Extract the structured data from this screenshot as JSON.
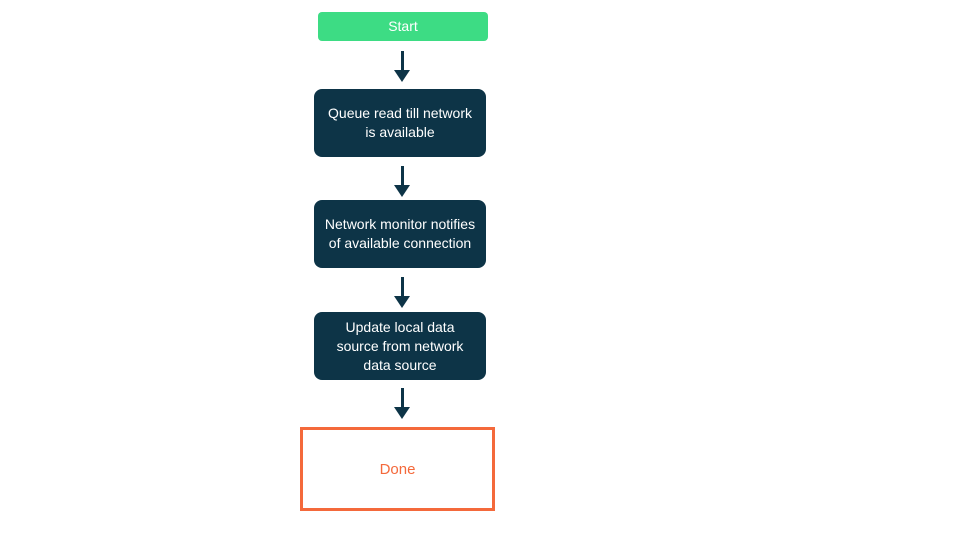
{
  "diagram": {
    "type": "flowchart",
    "direction": "top-down",
    "nodes": [
      {
        "id": "start",
        "type": "start",
        "label": "Start"
      },
      {
        "id": "queue",
        "type": "process",
        "label": "Queue read till network is available"
      },
      {
        "id": "monitor",
        "type": "process",
        "label": "Network monitor notifies of available connection"
      },
      {
        "id": "update",
        "type": "process",
        "label": "Update local data source from network data source"
      },
      {
        "id": "done",
        "type": "end",
        "label": "Done"
      }
    ],
    "edges": [
      {
        "from": "start",
        "to": "queue"
      },
      {
        "from": "queue",
        "to": "monitor"
      },
      {
        "from": "monitor",
        "to": "update"
      },
      {
        "from": "update",
        "to": "done"
      }
    ],
    "colors": {
      "start_fill": "#3DDC84",
      "process_fill": "#0D3447",
      "arrow": "#0D3447",
      "done_border": "#F4693B",
      "done_text": "#F4693B",
      "node_text": "#FFFFFF",
      "background": "#FFFFFF"
    }
  }
}
